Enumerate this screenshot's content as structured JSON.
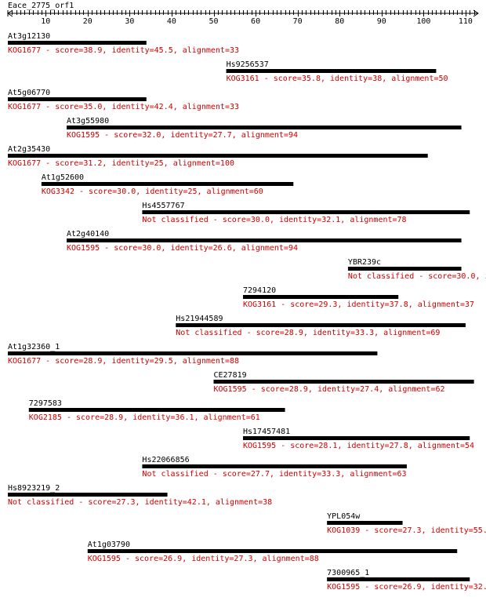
{
  "query_name": "Eace_2775_orf1",
  "axis": {
    "min": 1,
    "max": 113,
    "tick_labels": [
      "10",
      "20",
      "30",
      "40",
      "50",
      "60",
      "70",
      "80",
      "90",
      "100",
      "110"
    ]
  },
  "colors": {
    "text": "#000000",
    "hit_detail": "#cc0000",
    "bar": "#000000"
  },
  "hits": [
    {
      "name": "At3g12130",
      "start": 1,
      "end": 34,
      "detail": "KOG1677 - score=38.9, identity=45.5, alignment=33"
    },
    {
      "name": "Hs9256537",
      "start": 53,
      "end": 103,
      "detail": "KOG3161 - score=35.8, identity=38, alignment=50"
    },
    {
      "name": "At5g06770",
      "start": 1,
      "end": 34,
      "detail": "KOG1677 - score=35.0, identity=42.4, alignment=33"
    },
    {
      "name": "At3g55980",
      "start": 15,
      "end": 109,
      "detail": "KOG1595 - score=32.0, identity=27.7, alignment=94"
    },
    {
      "name": "At2g35430",
      "start": 1,
      "end": 101,
      "detail": "KOG1677 - score=31.2, identity=25, alignment=100"
    },
    {
      "name": "At1g52600",
      "start": 9,
      "end": 69,
      "detail": "KOG3342 - score=30.0, identity=25, alignment=60"
    },
    {
      "name": "Hs4557767",
      "start": 33,
      "end": 111,
      "detail": "Not classified - score=30.0, identity=32.1, alignment=78"
    },
    {
      "name": "At2g40140",
      "start": 15,
      "end": 109,
      "detail": "KOG1595 - score=30.0, identity=26.6, alignment=94"
    },
    {
      "name": "YBR239c",
      "start": 82,
      "end": 109,
      "detail": "Not classified - score=30.0, i"
    },
    {
      "name": "7294120",
      "start": 57,
      "end": 94,
      "detail": "KOG3161 - score=29.3, identity=37.8, alignment=37"
    },
    {
      "name": "Hs21944589",
      "start": 41,
      "end": 110,
      "detail": "Not classified - score=28.9, identity=33.3, alignment=69"
    },
    {
      "name": "At1g32360_1",
      "start": 1,
      "end": 89,
      "detail": "KOG1677 - score=28.9, identity=29.5, alignment=88"
    },
    {
      "name": "CE27819",
      "start": 50,
      "end": 112,
      "detail": "KOG1595 - score=28.9, identity=27.4, alignment=62"
    },
    {
      "name": "7297583",
      "start": 6,
      "end": 67,
      "detail": "KOG2185 - score=28.9, identity=36.1, alignment=61"
    },
    {
      "name": "Hs17457481",
      "start": 57,
      "end": 111,
      "detail": "KOG1595 - score=28.1, identity=27.8, alignment=54"
    },
    {
      "name": "Hs22066856",
      "start": 33,
      "end": 96,
      "detail": "Not classified - score=27.7, identity=33.3, alignment=63"
    },
    {
      "name": "Hs8923219_2",
      "start": 1,
      "end": 39,
      "detail": "Not classified - score=27.3, identity=42.1, alignment=38"
    },
    {
      "name": "YPL054w",
      "start": 77,
      "end": 95,
      "detail": "KOG1039 - score=27.3, identity=55."
    },
    {
      "name": "At1g03790",
      "start": 20,
      "end": 108,
      "detail": "KOG1595 - score=26.9, identity=27.3, alignment=88"
    },
    {
      "name": "7300965_1",
      "start": 77,
      "end": 111,
      "detail": "KOG1595 - score=26.9, identity=32."
    }
  ]
}
